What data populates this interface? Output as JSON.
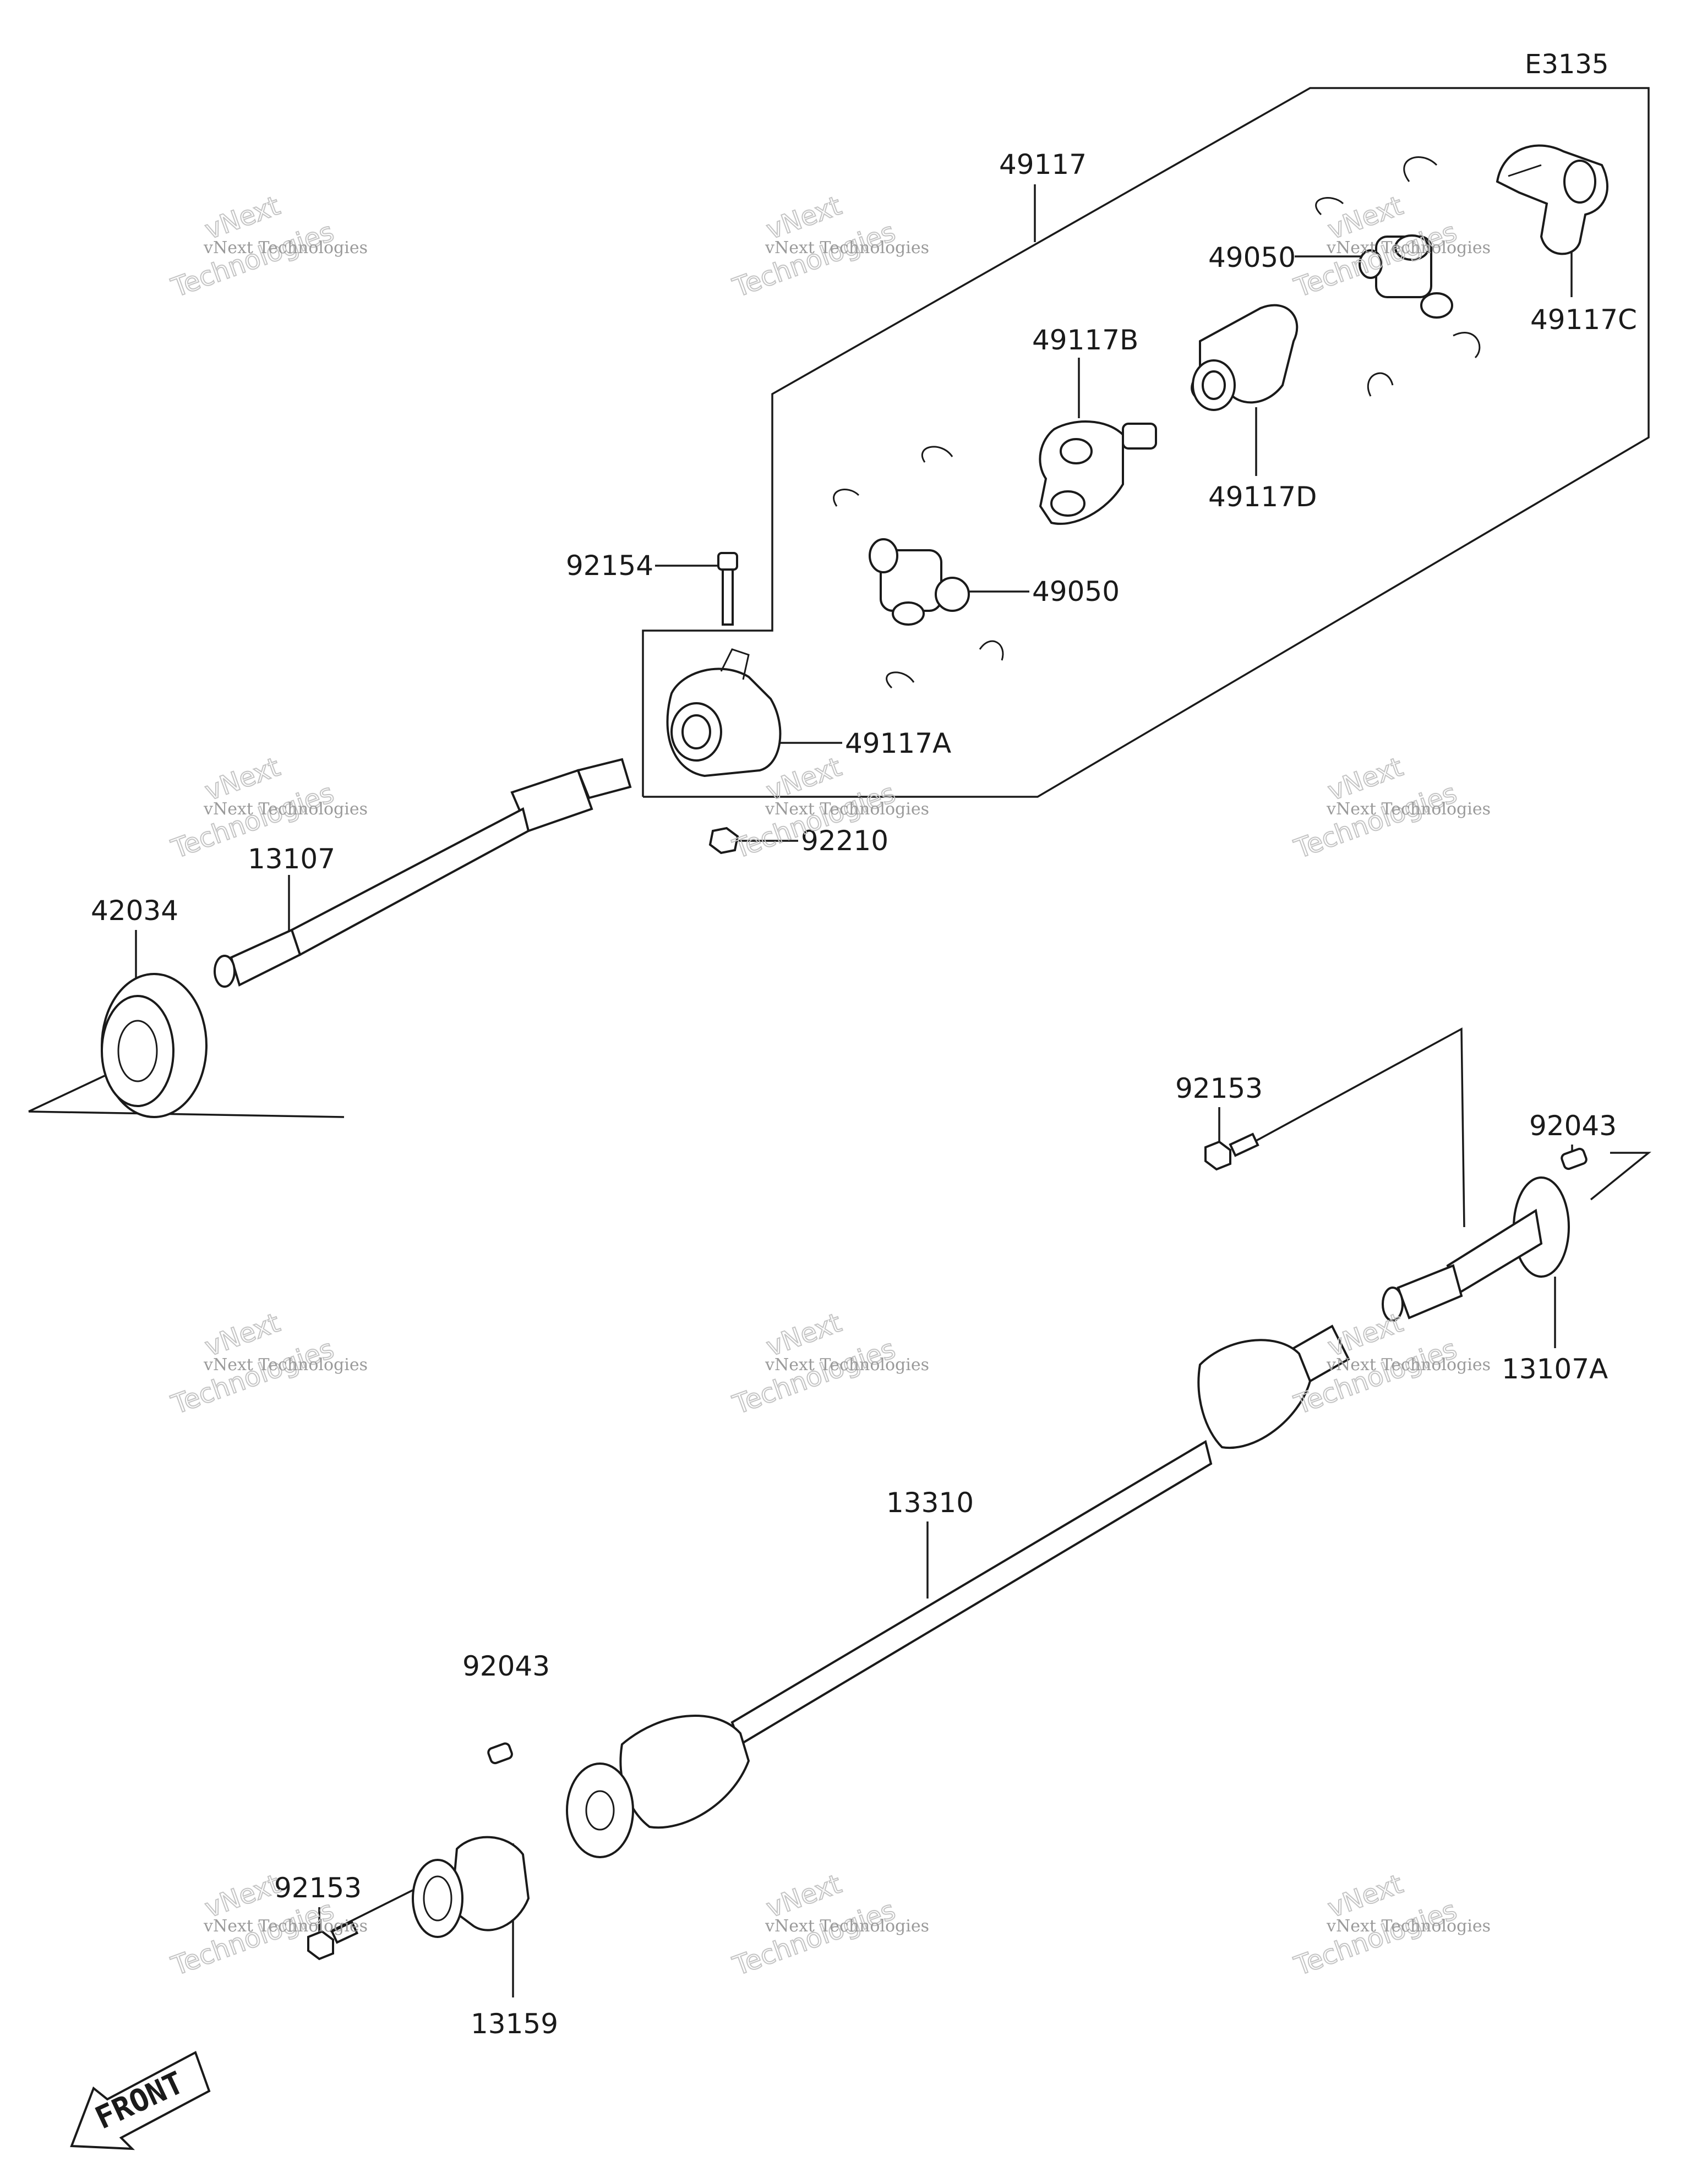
{
  "diagram_code": "E3135",
  "watermark": {
    "line1": "vNext Technologies",
    "line2": "vNext",
    "line3": "Technologies"
  },
  "front_label": "FRONT",
  "labels": {
    "p49117": "49117",
    "p49050_top": "49050",
    "p49117C": "49117C",
    "p49117B": "49117B",
    "p49117D": "49117D",
    "p92154": "92154",
    "p49050_mid": "49050",
    "p49117A": "49117A",
    "p92210": "92210",
    "p42034": "42034",
    "p13107": "13107",
    "p92153_right": "92153",
    "p92043_right": "92043",
    "p13107A": "13107A",
    "p13310": "13310",
    "p92043_left": "92043",
    "p92153_left": "92153",
    "p13159": "13159"
  }
}
